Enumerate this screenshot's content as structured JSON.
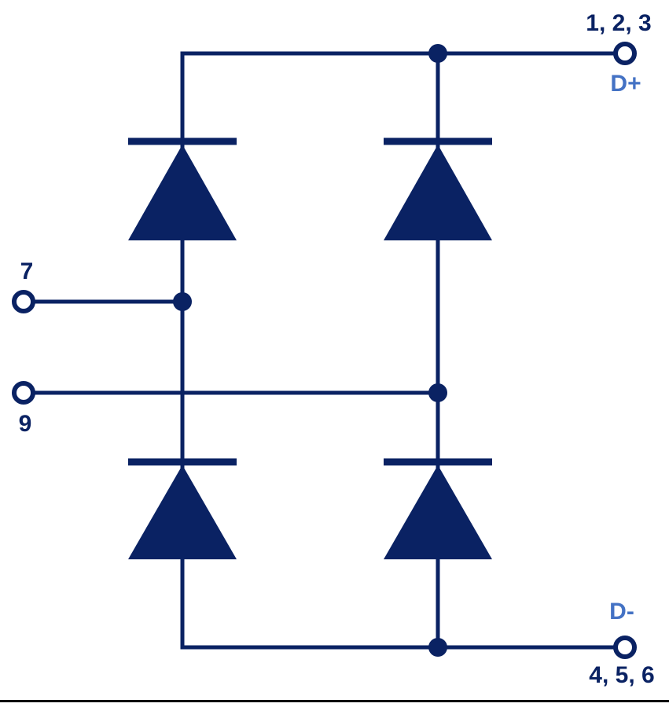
{
  "diagram": {
    "type": "circuit-schematic",
    "description": "Full-bridge rectifier built from four diodes with DC output terminals D+ and D- and input terminals 7 and 9",
    "colors": {
      "wire": "#0a2263",
      "terminal_accent": "#4472c4",
      "background": "#ffffff",
      "bottom_rule": "#000000"
    },
    "labels": {
      "top_pins": "1, 2, 3",
      "top_name": "D+",
      "left_upper": "7",
      "left_lower": "9",
      "bottom_name": "D-",
      "bottom_pins": "4, 5, 6"
    },
    "terminals": [
      {
        "id": "dc-positive",
        "pins": "1, 2, 3",
        "name": "D+"
      },
      {
        "id": "ac-input-7",
        "pins": "7"
      },
      {
        "id": "ac-input-9",
        "pins": "9"
      },
      {
        "id": "dc-negative",
        "pins": "4, 5, 6",
        "name": "D-"
      }
    ],
    "components": {
      "diode_count": 4,
      "diodes": [
        "diode-upper-left",
        "diode-upper-right",
        "diode-lower-left",
        "diode-lower-right"
      ]
    }
  }
}
